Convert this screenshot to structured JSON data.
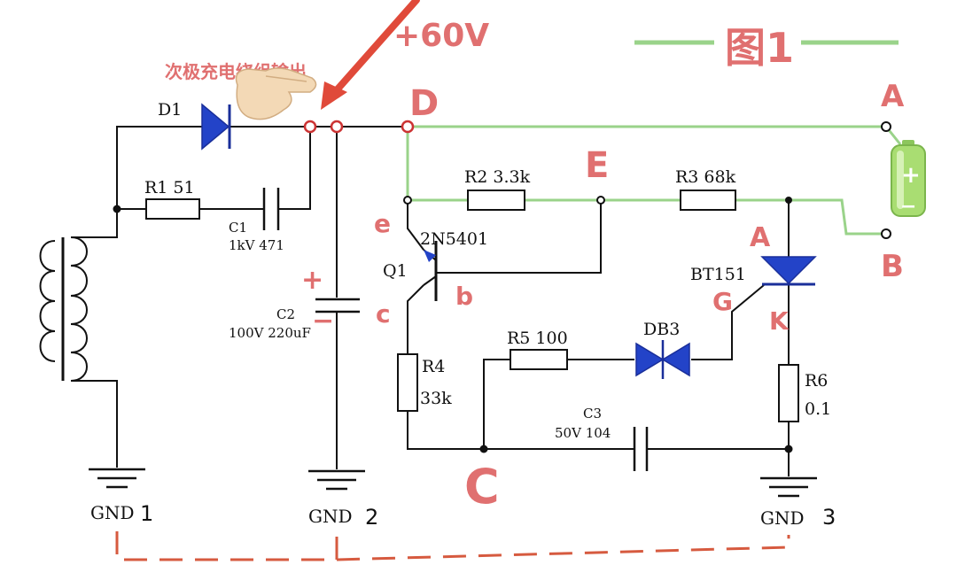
{
  "annotations": {
    "secondary_output": "次极充电绕组输出",
    "voltage": "+60V",
    "figure_title": "图1"
  },
  "nodes": {
    "D": "D",
    "E": "E",
    "C": "C",
    "A_top": "A",
    "B": "B",
    "e": "e",
    "b": "b",
    "c": "c",
    "A_scr": "A",
    "G": "G",
    "K": "K",
    "plus": "+",
    "minus": "−"
  },
  "components": {
    "D1": "D1",
    "R1": "R1 51",
    "C1_name": "C1",
    "C1_value": "1kV 471",
    "C2_name": "C2",
    "C2_value": "100V 220uF",
    "R2": "R2 3.3k",
    "R3": "R3 68k",
    "Q1_name": "Q1",
    "Q1_part": "2N5401",
    "BT151": "BT151",
    "R5": "R5 100",
    "DB3": "DB3",
    "R4_name": "R4",
    "R4_value": "33k",
    "R6_name": "R6",
    "R6_value": "0.1",
    "C3_name": "C3",
    "C3_value": "50V 104"
  },
  "grounds": [
    {
      "label": "GND",
      "num": "1"
    },
    {
      "label": "GND",
      "num": "2"
    },
    {
      "label": "GND",
      "num": "3"
    }
  ],
  "battery": {
    "plus": "+",
    "minus": "−"
  },
  "colors": {
    "red_annotation": "#e07070",
    "green_wire": "#9ad38a",
    "diode_blue": "#2343c8",
    "ground_dash": "#d65a3f"
  }
}
